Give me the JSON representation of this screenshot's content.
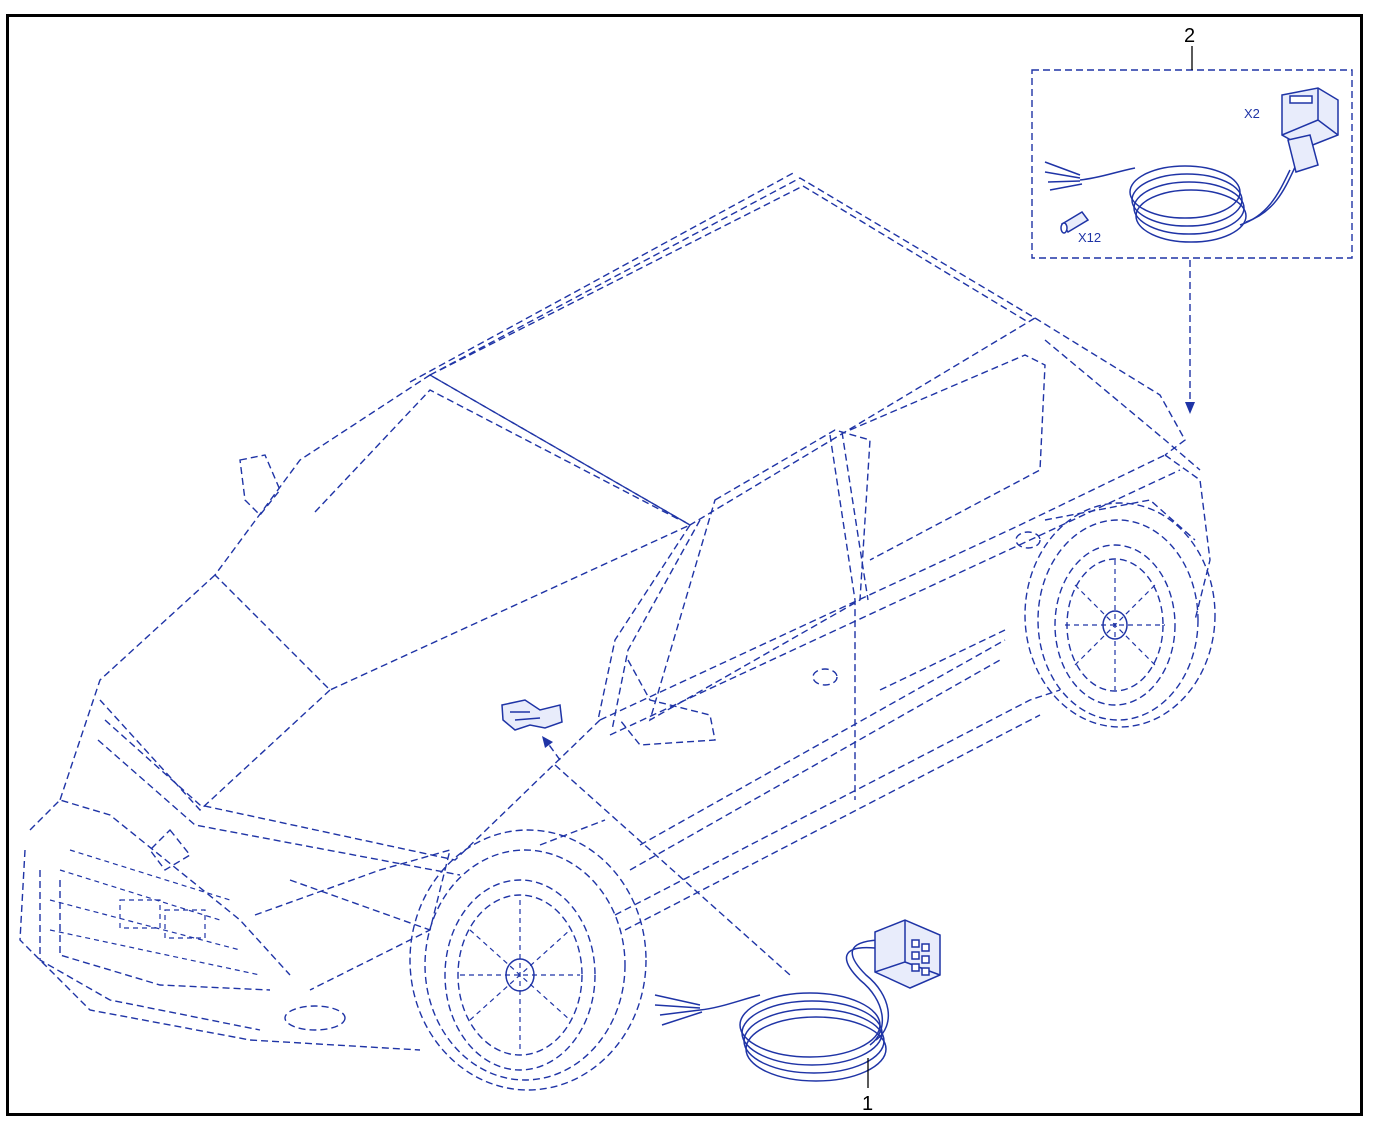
{
  "callouts": {
    "item_1": "1",
    "item_2": "2"
  },
  "detail": {
    "connector_x2": "X2",
    "connector_x12": "X12"
  },
  "colors": {
    "line": "#1f34a6",
    "frame": "#000000",
    "background": "#ffffff"
  }
}
